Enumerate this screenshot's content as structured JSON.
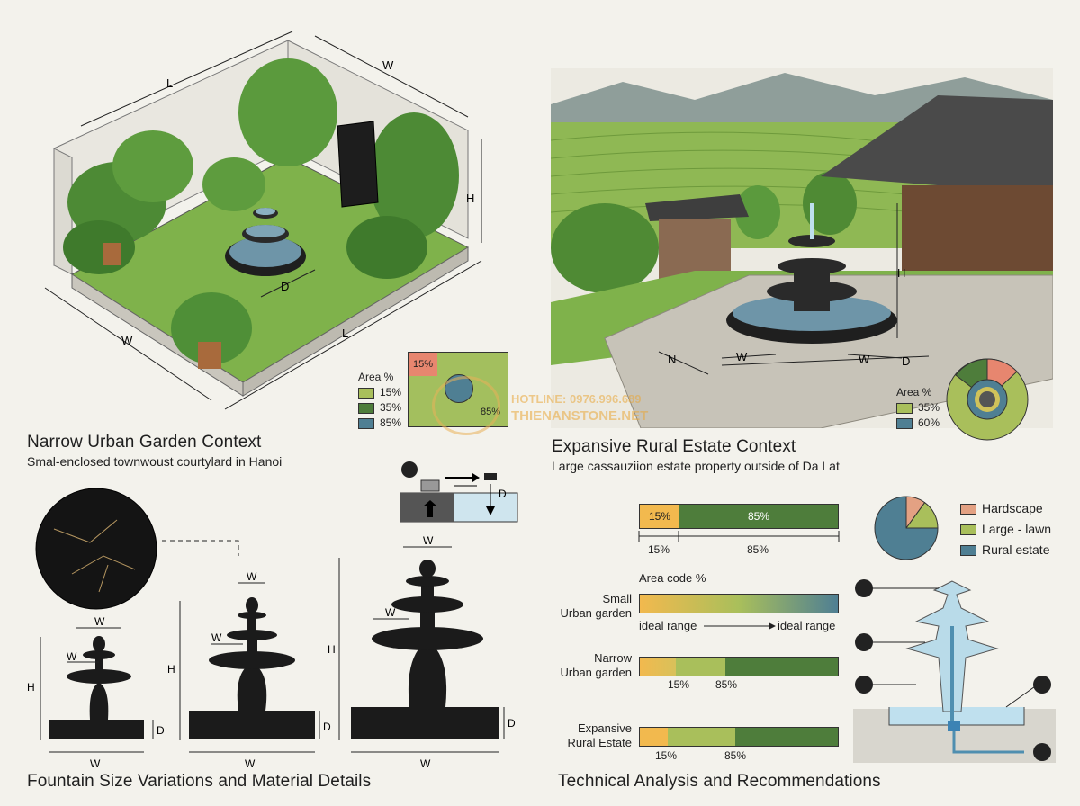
{
  "urban": {
    "title": "Narrow Urban Garden Context",
    "subtitle": "Smal-enclosed townwoust courtylard in Hanoi",
    "dims": {
      "L": "L",
      "W": "W",
      "H": "H",
      "D": "D"
    },
    "legend_title": "Area %",
    "legend": [
      {
        "label": "15%",
        "color": "#a9bf5b"
      },
      {
        "label": "35%",
        "color": "#4e7d3b"
      },
      {
        "label": "85%",
        "color": "#4f7f93"
      }
    ],
    "inset_labels": {
      "top": "15%",
      "bottom": "85%"
    }
  },
  "rural": {
    "title": "Expansive Rural Estate Context",
    "subtitle": "Large cassauziion estate property outside of Da Lat",
    "dims": {
      "N": "N",
      "W": "W",
      "D": "D",
      "H": "H"
    },
    "legend_title": "Area %",
    "legend": [
      {
        "label": "35%",
        "color": "#a9bf5b"
      },
      {
        "label": "60%",
        "color": "#4f7f93"
      }
    ]
  },
  "watermark": {
    "line1": "HOTLINE: 0976.996.689",
    "line2": "THIENANSTONE.NET"
  },
  "variations": {
    "title": "Fountain Size Variations and Material Details",
    "W": "W",
    "H": "H",
    "D": "D"
  },
  "analysis": {
    "title": "Technical Analysis and Recommendations",
    "top_bar": {
      "left_label": "15%",
      "right_label": "85%",
      "below_left": "15%",
      "below_right": "85%"
    },
    "area_code_label": "Area code %",
    "rows": [
      {
        "label_line1": "Small",
        "label_line2": "Urban garden",
        "range_left": "ideal range",
        "range_right": "ideal range"
      },
      {
        "label_line1": "Narrow",
        "label_line2": "Urban garden",
        "tick1": "15%",
        "tick2": "85%"
      },
      {
        "label_line1": "Expansive",
        "label_line2": "Rural Estate",
        "tick1": "15%",
        "tick2": "85%"
      }
    ],
    "pie_legend": [
      {
        "label": "Hardscape",
        "color": "#e3a183"
      },
      {
        "label": "Large - lawn",
        "color": "#a9bf5b"
      },
      {
        "label": "Rural estate",
        "color": "#4f7f93"
      }
    ]
  },
  "chart_data": [
    {
      "type": "pie",
      "categories": [
        "Hardscape",
        "Large - lawn",
        "Rural estate"
      ],
      "values": [
        10,
        15,
        75
      ]
    },
    {
      "type": "pie",
      "categories": [
        "35%",
        "60%"
      ],
      "values": [
        35,
        60
      ]
    }
  ]
}
